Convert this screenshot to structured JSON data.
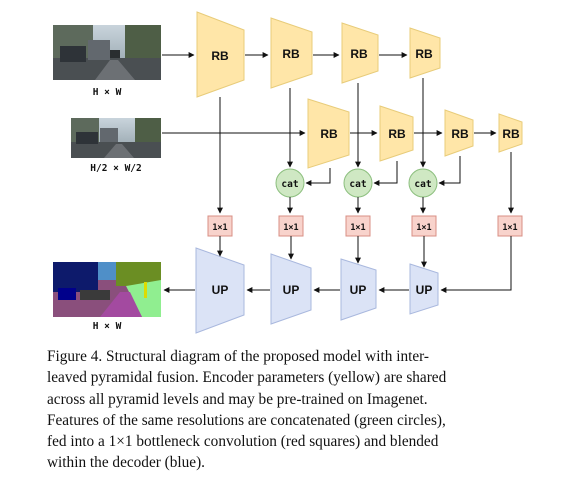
{
  "labels": {
    "input_top": "H × W",
    "input_mid": "H/2 × W/2",
    "output": "H × W"
  },
  "blocks": {
    "rb": "RB",
    "up": "UP",
    "cat": "cat",
    "conv": "1×1"
  },
  "colors": {
    "encoder_fill": "#ffe6a8",
    "encoder_stroke": "#e8cc7a",
    "decoder_fill": "#dbe3f6",
    "decoder_stroke": "#a9b8de",
    "concat_fill": "#cfe8c3",
    "concat_stroke": "#8cbf7e",
    "bottleneck_fill": "#f8d3cc",
    "bottleneck_stroke": "#d88f84"
  },
  "caption": {
    "lines": [
      "Figure 4. Structural diagram of the proposed model with inter-",
      "leaved pyramidal fusion. Encoder parameters (yellow) are shared",
      "across all pyramid levels and may be pre-trained on Imagenet.",
      "Features of the same resolutions are concatenated (green circles),",
      "fed into a 1×1 bottleneck convolution (red squares) and blended",
      "within the decoder (blue)."
    ]
  }
}
